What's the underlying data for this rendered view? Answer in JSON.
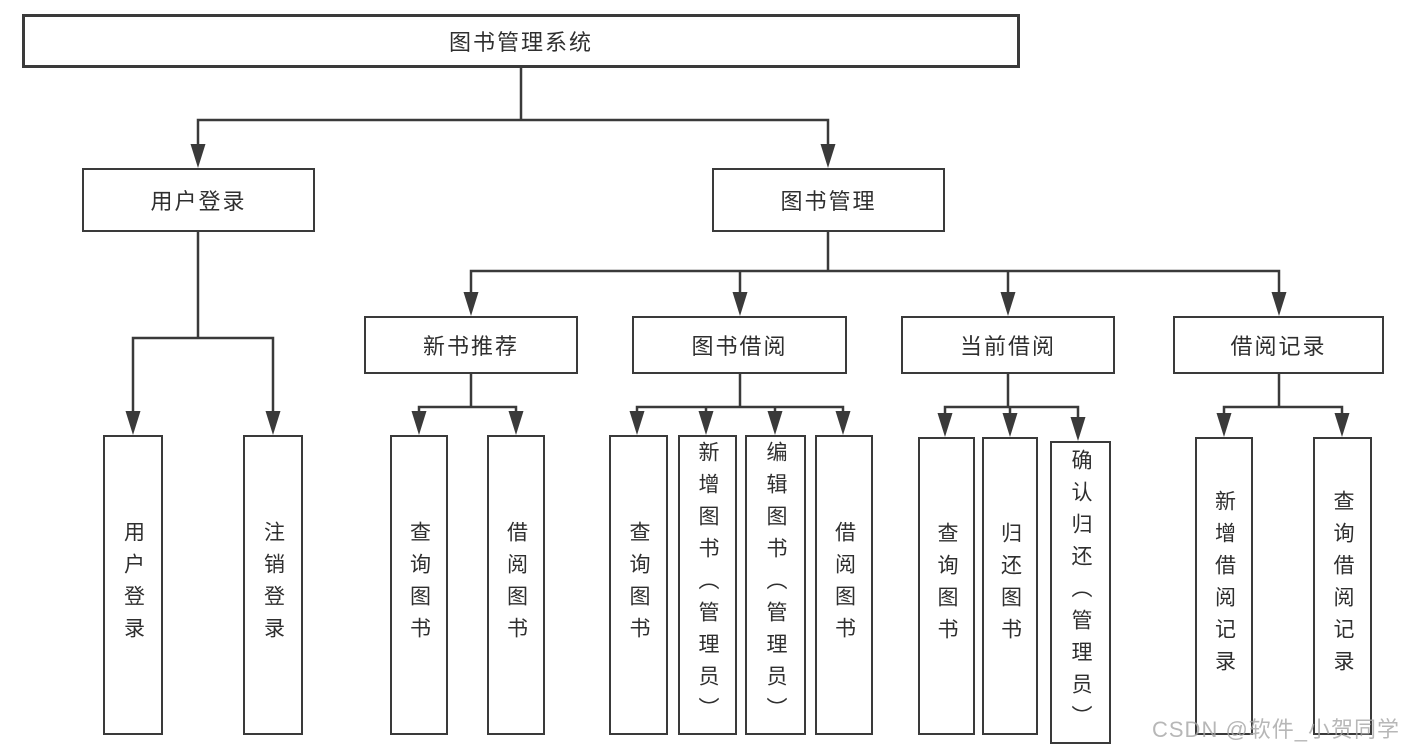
{
  "title": "图书管理系统",
  "tree": {
    "root": {
      "label": "图书管理系统"
    },
    "children": [
      {
        "label": "用户登录",
        "children": [
          {
            "label": "用户登录"
          },
          {
            "label": "注销登录"
          }
        ]
      },
      {
        "label": "图书管理",
        "children": [
          {
            "label": "新书推荐",
            "children": [
              {
                "label": "查询图书"
              },
              {
                "label": "借阅图书"
              }
            ]
          },
          {
            "label": "图书借阅",
            "children": [
              {
                "label": "查询图书"
              },
              {
                "label": "新增图书（管理员）"
              },
              {
                "label": "编辑图书（管理员）"
              },
              {
                "label": "借阅图书"
              }
            ]
          },
          {
            "label": "当前借阅",
            "children": [
              {
                "label": "查询图书"
              },
              {
                "label": "归还图书"
              },
              {
                "label": "确认归还（管理员）"
              }
            ]
          },
          {
            "label": "借阅记录",
            "children": [
              {
                "label": "新增借阅记录"
              },
              {
                "label": "查询借阅记录"
              }
            ]
          }
        ]
      }
    ]
  },
  "watermark": {
    "text": "CSDN @软件_小贺同学"
  },
  "colors": {
    "line": "#3a3a3a",
    "text": "#2f2f2f",
    "background": "#ffffff",
    "watermark": "#a5a5a5"
  }
}
